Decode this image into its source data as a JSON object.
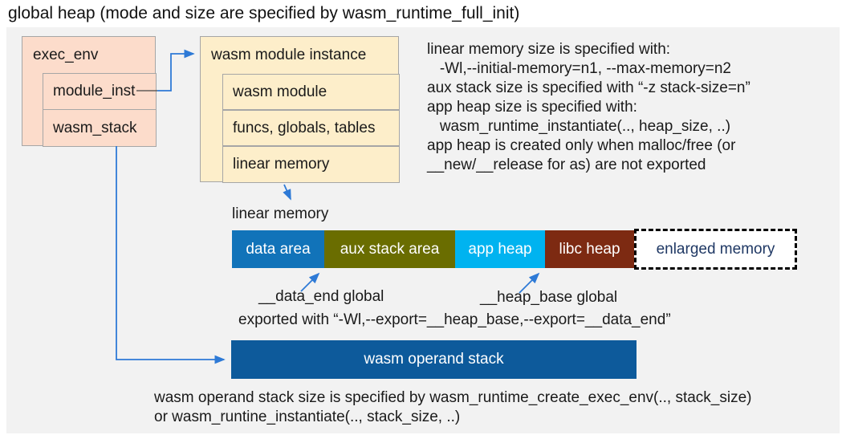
{
  "title": "global heap (mode and size are specified by wasm_runtime_full_init)",
  "exec_env_box": {
    "title": "exec_env",
    "rows": [
      {
        "label": "module_inst"
      },
      {
        "label": "wasm_stack"
      }
    ]
  },
  "module_instance_box": {
    "title": "wasm module instance",
    "rows": [
      {
        "label": "wasm module"
      },
      {
        "label": "funcs, globals, tables"
      },
      {
        "label": "linear memory"
      }
    ]
  },
  "right_notes": {
    "lines": [
      "linear memory size is specified with:",
      "   -Wl,--initial-memory=n1, --max-memory=n2",
      "aux stack size is specified with “-z stack-size=n”",
      "app heap size is specified with:",
      "   wasm_runtime_instantiate(.., heap_size, ..)",
      "app heap is created only when malloc/free (or",
      "__new/__release for as) are not exported"
    ]
  },
  "linear_memory": {
    "label": "linear memory",
    "segments": [
      {
        "label": "data area",
        "color": "#1173b9"
      },
      {
        "label": "aux stack area",
        "color": "#6a6d00"
      },
      {
        "label": "app heap",
        "color": "#00b3f0"
      },
      {
        "label": "libc heap",
        "color": "#7d2a12"
      },
      {
        "label": "enlarged memory",
        "color": "#ffffff",
        "text_color": "#1f3864",
        "border": "dashed"
      }
    ],
    "data_end_label": "__data_end global",
    "heap_base_label": "__heap_base global",
    "export_note": "exported with “-Wl,--export=__heap_base,--export=__data_end”"
  },
  "operand_stack": {
    "label": "wasm operand stack",
    "color": "#0d5a9b"
  },
  "bottom_notes": {
    "lines": [
      "wasm operand stack size is specified by wasm_runtime_create_exec_env(.., stack_size)",
      "or wasm_runtine_instantiate(.., stack_size, ..)"
    ]
  },
  "colors": {
    "panel_bg": "#f2f2f2",
    "exec_env_fill": "#fcdccb",
    "module_instance_fill": "#fdeeca",
    "box_border": "#a6a6a6",
    "arrow": "#2e7ad6",
    "text": "#1a1a1a"
  }
}
